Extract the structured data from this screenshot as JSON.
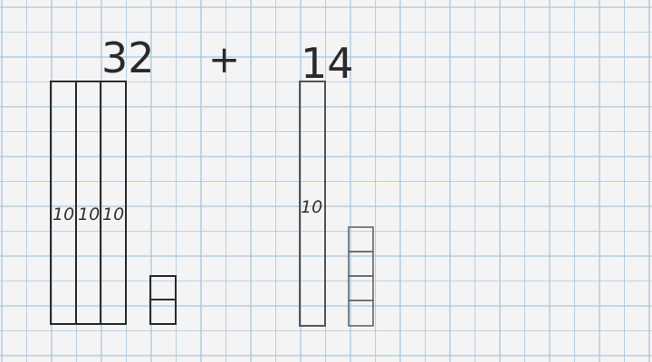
{
  "problem": {
    "left_number": "32",
    "operator": "+",
    "right_number": "14"
  },
  "left_blocks": {
    "ten_rods": [
      {
        "label": "10"
      },
      {
        "label": "10"
      },
      {
        "label": "10"
      }
    ],
    "ones_units": 2
  },
  "right_blocks": {
    "ten_rods": [
      {
        "label": "10"
      }
    ],
    "ones_units": 4
  },
  "colors": {
    "paper": "#f4f4f4",
    "grid_line": "#a9c6de",
    "ink": "#2a2a2a"
  }
}
